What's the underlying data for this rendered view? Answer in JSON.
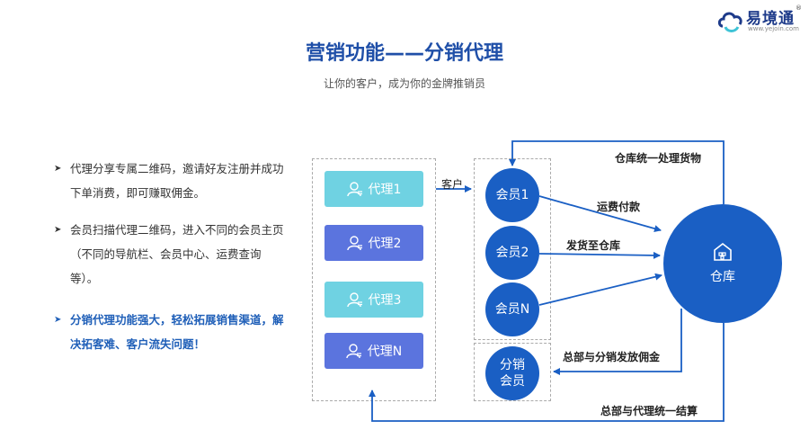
{
  "brand": {
    "name": "易境通",
    "url": "www.yejoin.com",
    "reg": "®"
  },
  "header": {
    "title": "营销功能——分销代理",
    "subtitle": "让你的客户，成为你的金牌推销员"
  },
  "bullets": [
    {
      "text": "代理分享专属二维码，邀请好友注册并成功下单消费，即可赚取佣金。"
    },
    {
      "text": "会员扫描代理二维码，进入不同的会员主页（不同的导航栏、会员中心、运费查询等）。"
    },
    {
      "text": "分销代理功能强大，轻松拓展销售渠道，解决拓客难、客户流失问题！"
    }
  ],
  "diagram": {
    "agents": [
      "代理1",
      "代理2",
      "代理3",
      "代理N"
    ],
    "members": [
      "会员1",
      "会员2",
      "会员N"
    ],
    "distributor": {
      "line1": "分销",
      "line2": "会员"
    },
    "warehouse": "仓库",
    "labels": {
      "customer": "客户",
      "freight_payment": "运费付款",
      "ship_to_warehouse": "发货至仓库",
      "warehouse_process": "仓库统一处理货物",
      "hq_commission": "总部与分销发放佣金",
      "hq_settlement": "总部与代理统一结算"
    }
  },
  "colors": {
    "primary": "#1a5fc4",
    "agent_light": "#6fd2e2",
    "agent_dark": "#5b74de",
    "title": "#1f4fa8"
  }
}
